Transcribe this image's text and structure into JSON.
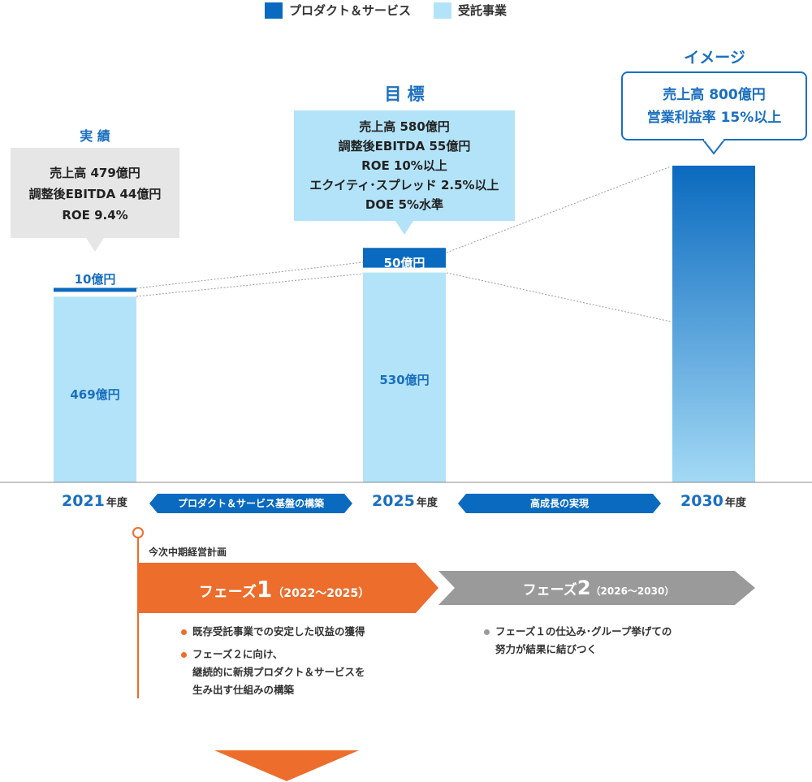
{
  "legend": {
    "series1": {
      "label": "プロダクト＆サービス",
      "color": "#0a6abf"
    },
    "series2": {
      "label": "受託事業",
      "color": "#b3e3f8"
    }
  },
  "chart_data": {
    "type": "bar",
    "stacked": true,
    "categories": [
      "2021",
      "2025",
      "2030"
    ],
    "category_suffix": "年度",
    "series": [
      {
        "name": "受託事業",
        "values": [
          469,
          530,
          null
        ],
        "labels": [
          "469億円",
          "530億円",
          ""
        ]
      },
      {
        "name": "プロダクト＆サービス",
        "values": [
          10,
          50,
          null
        ],
        "labels": [
          "10億円",
          "50億円",
          ""
        ]
      }
    ],
    "total_2030": 800,
    "ylim": [
      0,
      800
    ],
    "grid": false,
    "legend_position": "top-center"
  },
  "headings": {
    "actual": "実 績",
    "target": "目 標",
    "image": "イメージ"
  },
  "callouts": {
    "actual": [
      "売上高 479億円",
      "調整後EBITDA 44億円",
      "ROE 9.4%"
    ],
    "target": [
      "売上高 580億円",
      "調整後EBITDA 55億円",
      "ROE 10%以上",
      "エクイティ･スプレッド 2.5%以上",
      "DOE 5%水準"
    ],
    "image": [
      "売上高 800億円",
      "営業利益率 15%以上"
    ]
  },
  "years": {
    "y2021": "2021",
    "y2025": "2025",
    "y2030": "2030",
    "suffix": "年度"
  },
  "arrows": {
    "arrow1": "プロダクト＆サービス基盤の構築",
    "arrow2": "高成長の実現"
  },
  "plan": {
    "label": "今次中期経営計画",
    "phase1": {
      "name": "フェーズ",
      "num": "1",
      "period": "（2022〜2025）",
      "color": "#ec6d2c"
    },
    "phase2": {
      "name": "フェーズ",
      "num": "2",
      "period": "（2026〜2030）",
      "color": "#9a9a9a"
    },
    "phase1_bullets": [
      "既存受託事業での安定した収益の獲得",
      "フェーズ２に向け、\n継続的に新規プロダクト＆サービスを\n生み出す仕組みの構築"
    ],
    "phase2_bullets": [
      "フェーズ１の仕込み･グループ挙げての\n努力が結果に結びつく"
    ]
  }
}
